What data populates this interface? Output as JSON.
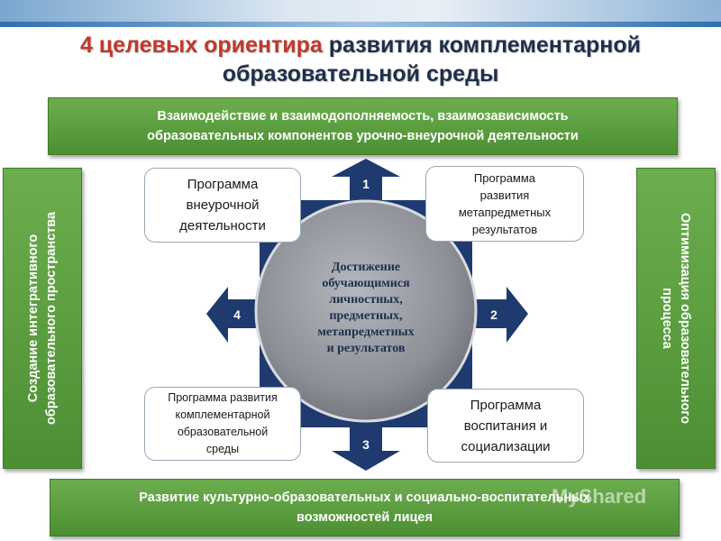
{
  "title": {
    "accent": "4 целевых ориентира",
    "line1_rest": " развития комплементарной",
    "line2": "образовательной среды"
  },
  "top_box": {
    "line1": "Взаимодействие и взаимодополняемость, взаимозависимость",
    "line2": "образовательных компонентов урочно-внеурочной деятельности"
  },
  "bottom_box": {
    "line1": "Развитие культурно-образовательных и социально-воспитательных",
    "line2": "возможностей лицея"
  },
  "left_box": {
    "line1": "Создание интегративного",
    "line2": "образовательного пространства"
  },
  "right_box": {
    "line1": "Оптимизация образовательного",
    "line2": "процесса"
  },
  "programs": {
    "p1": [
      "Программа",
      "внеурочной",
      "деятельности"
    ],
    "p2": [
      "Программа",
      "развития",
      "метапредметных",
      "результатов"
    ],
    "p3": [
      "Программа развития",
      "комплементарной",
      "образовательной",
      "среды"
    ],
    "p4": [
      "Программа",
      "воспитания и",
      "социализации"
    ]
  },
  "center": [
    "Достижение",
    "обучающимися",
    "личностных,",
    "предметных,",
    "метапредметных",
    "и результатов"
  ],
  "arrows": {
    "top": "1",
    "right": "2",
    "bottom": "3",
    "left": "4"
  },
  "watermark": "MyShared",
  "colors": {
    "green": "#5a9e3e",
    "navy": "#1f3a6e",
    "circle": "#8c8f96",
    "title_accent": "#c0392b"
  }
}
